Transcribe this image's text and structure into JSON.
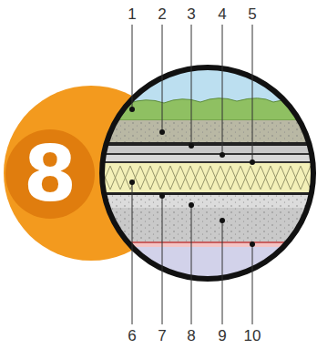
{
  "diagram": {
    "nodes": [
      {
        "text": [
          "8"
        ]
      }
    ],
    "labels": [
      "1",
      "2",
      "3",
      "4",
      "5",
      "6",
      "7",
      "8",
      "9",
      "10"
    ]
  }
}
